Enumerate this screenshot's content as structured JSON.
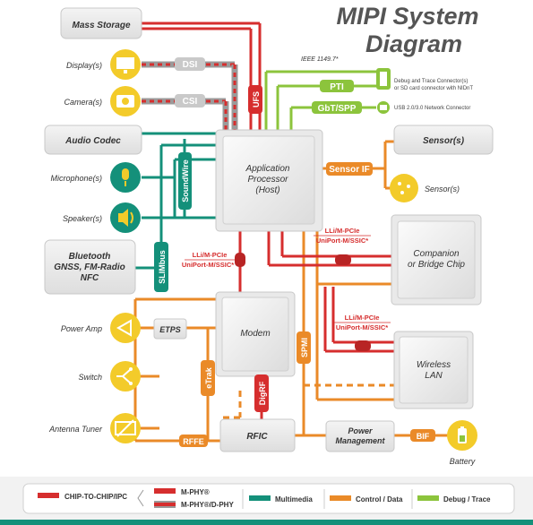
{
  "title": {
    "line1": "MIPI System",
    "line2": "Diagram"
  },
  "colors": {
    "chip": "#d62e2e",
    "mphy": "#d62e2e",
    "dphy": "#9a9a9a",
    "multimedia": "#14907a",
    "control": "#ea8a28",
    "debug": "#8cc43c",
    "yellow": "#f3cb2a",
    "box": "#e4e4e4",
    "text": "#333333"
  },
  "boxes": {
    "mass_storage": "Mass Storage",
    "audio_codec": "Audio Codec",
    "bluetooth": [
      "Bluetooth",
      "GNSS, FM-Radio",
      "NFC"
    ],
    "ap": [
      "Application",
      "Processor",
      "(Host)"
    ],
    "sensor_box": "Sensor(s)",
    "companion": [
      "Companion",
      "or Bridge Chip"
    ],
    "modem": "Modem",
    "wireless": [
      "Wireless",
      "LAN"
    ],
    "etps": "ETPS",
    "rfic": "RFIC",
    "power": [
      "Power",
      "Management"
    ]
  },
  "devices": {
    "display": "Display(s)",
    "camera": "Camera(s)",
    "microphone": "Microphone(s)",
    "speaker": "Speaker(s)",
    "power_amp": "Power Amp",
    "switch": "Switch",
    "antenna_tuner": "Antenna Tuner",
    "sensor": "Sensor(s)",
    "battery": "Battery"
  },
  "tags": {
    "dsi": "DSI",
    "csi": "CSI",
    "ufs": "UFS",
    "pti": "PTI",
    "gbt": "GbT/SPP",
    "soundwire": "SoundWire",
    "slimbus": "SLIMbus",
    "sensor_if": "Sensor IF",
    "etrak": "eTrak",
    "digrf": "DigRF",
    "spmi": "SPMI",
    "rffe": "RFFE",
    "bif": "BIF"
  },
  "annotations": {
    "ieee": "IEEE 1149.7*",
    "debug_conn": [
      "Debug and Trace Connector(s)",
      "or SD card connector with NIDnT"
    ],
    "usb": "USB 2.0/3.0 Network Connector",
    "lli_1": "LLi/M-PCIe",
    "uni_1": "UniPort-M/SSIC*",
    "lli_2": "LLi/M-PCIe",
    "uni_2": "UniPort-M/SSIC*",
    "lli_3": "LLi/M-PCIe",
    "uni_3": "UniPort-M/SSIC*"
  },
  "legend": {
    "chip": "CHIP-TO-CHIP/IPC",
    "mphy": "M-PHY®",
    "mphy_dphy": "M-PHY®/D-PHY",
    "multimedia": "Multimedia",
    "control": "Control / Data",
    "debug": "Debug / Trace"
  }
}
